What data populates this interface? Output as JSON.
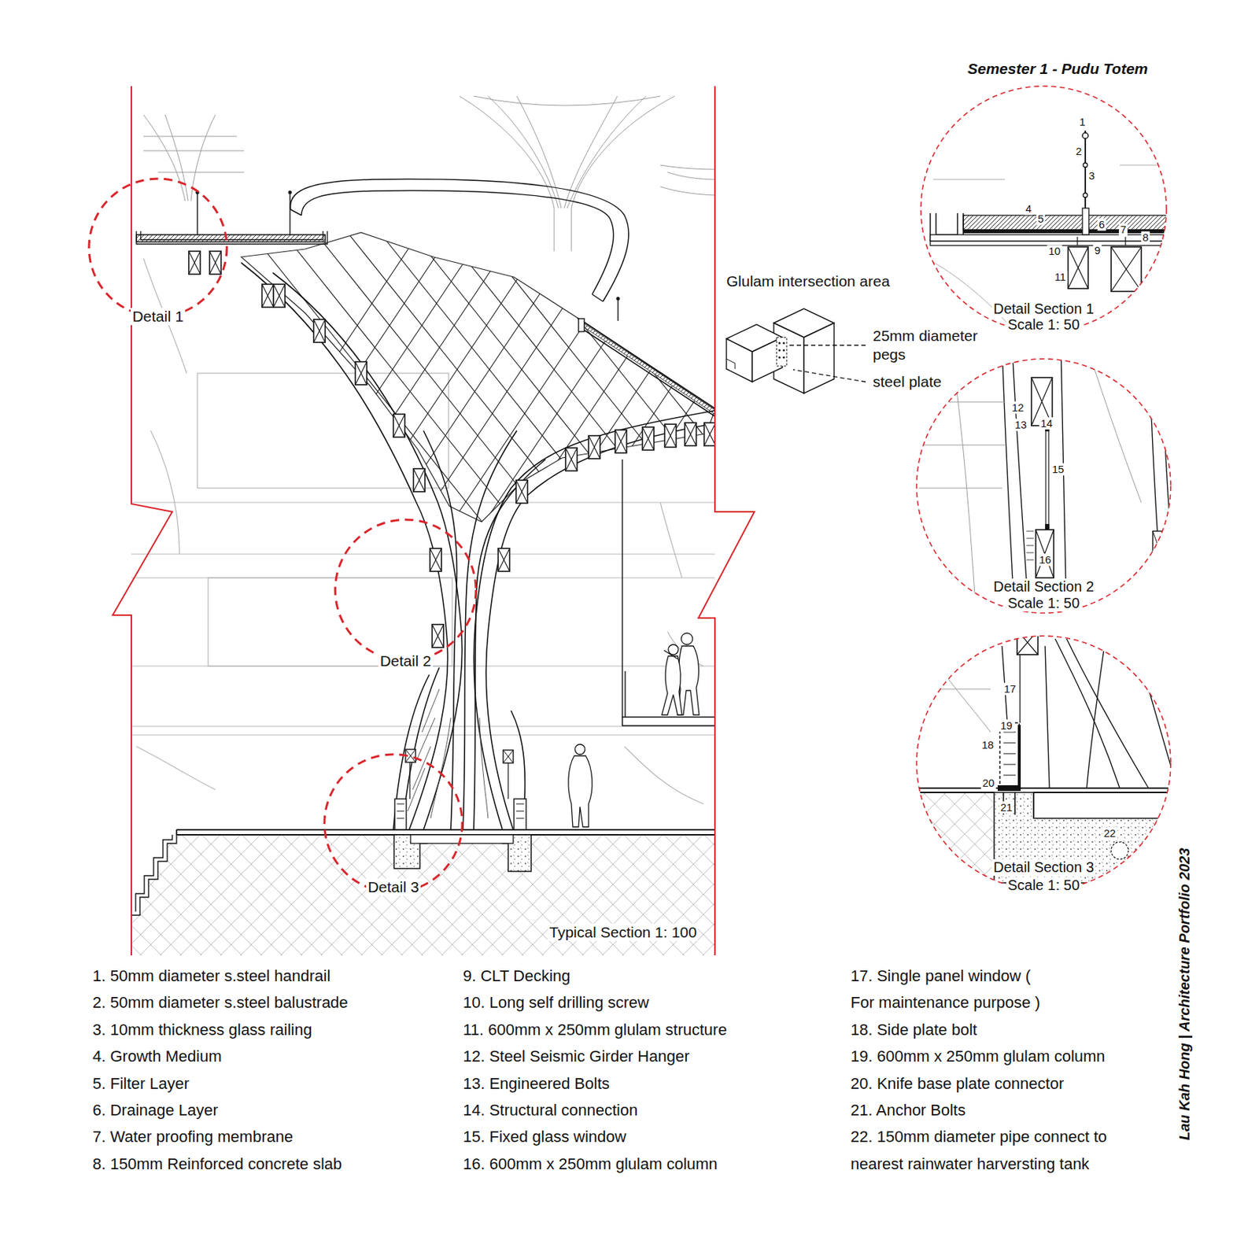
{
  "diagram": {
    "title": "Semester 1 - Pudu Totem",
    "nodes": [
      {
        "text": [
          "Detail 1"
        ]
      },
      {
        "text": [
          "Detail 2"
        ]
      },
      {
        "text": [
          "Detail 3"
        ]
      },
      {
        "text": [
          "Detail Section 1",
          "Scale 1: 50"
        ]
      },
      {
        "text": [
          "Detail Section 2",
          "Scale 1: 50"
        ]
      },
      {
        "text": [
          "Detail Section 3",
          "Scale 1: 50"
        ]
      }
    ],
    "labels": [
      "Glulam intersection area",
      "25mm diameter pegs",
      "steel plate",
      "Typical Section 1: 100",
      "1",
      "2",
      "3",
      "4",
      "5",
      "6",
      "7",
      "8",
      "9",
      "10",
      "11",
      "12",
      "13",
      "14",
      "15",
      "16",
      "17",
      "18",
      "19",
      "20",
      "21",
      "22",
      "1. 50mm diameter s.steel handrail",
      "2. 50mm diameter s.steel balustrade",
      "3. 10mm thickness glass railing",
      "4. Growth Medium",
      "5. Filter Layer",
      "6. Drainage Layer",
      "7. Water proofing membrane",
      "8. 150mm Reinforced concrete slab",
      "9. CLT Decking",
      "10. Long self drilling screw",
      "11. 600mm x 250mm glulam structure",
      "12. Steel Seismic Girder Hanger",
      "13. Engineered Bolts",
      "14. Structural connection",
      "15. Fixed glass window",
      "16. 600mm x 250mm glulam column",
      "17. Single panel window ( For maintenance purpose )",
      "18. Side plate bolt",
      "19. 600mm x 250mm glulam column",
      "20. Knife base plate connector",
      "21. Anchor Bolts",
      "22. 150mm diameter pipe connect to nearest rainwater harversting tank",
      "Lau Kah Hong | Architecture Portfolio 2023"
    ]
  }
}
